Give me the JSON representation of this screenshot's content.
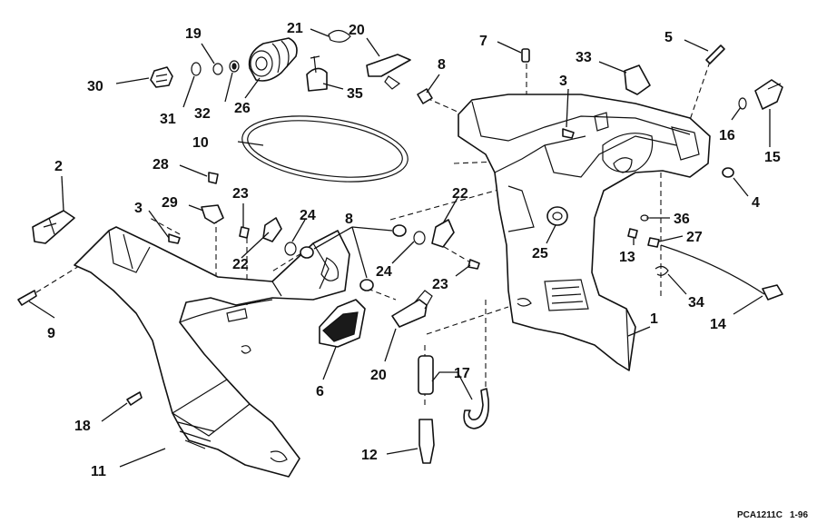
{
  "diagram": {
    "callouts": [
      "1",
      "2",
      "3",
      "3",
      "4",
      "5",
      "6",
      "7",
      "8",
      "8",
      "9",
      "10",
      "11",
      "12",
      "13",
      "14",
      "15",
      "16",
      "17",
      "18",
      "19",
      "20",
      "20",
      "21",
      "22",
      "22",
      "23",
      "23",
      "24",
      "24",
      "25",
      "26",
      "27",
      "28",
      "29",
      "30",
      "31",
      "32",
      "33",
      "34",
      "35",
      "36"
    ],
    "drawing_code": "PCA1211C",
    "drawing_date": "1-96"
  }
}
